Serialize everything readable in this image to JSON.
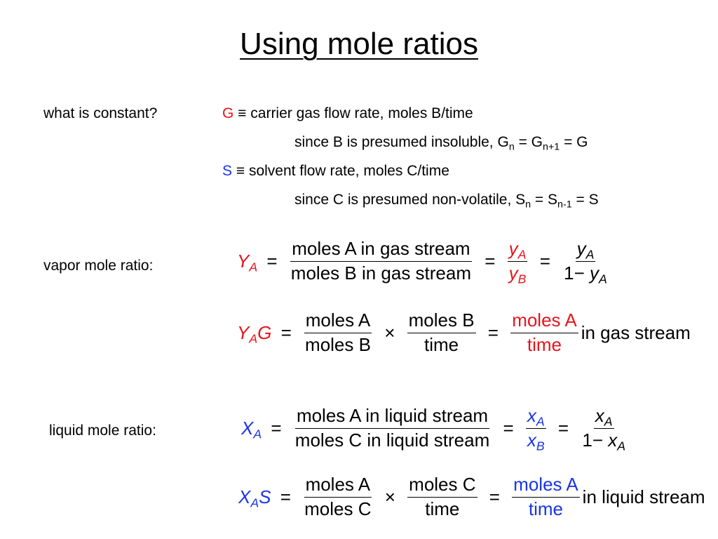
{
  "title": "Using mole ratios",
  "constant": {
    "label": "what is constant?",
    "g_symbol": "G",
    "g_def": " ≡ carrier gas flow rate, moles B/time",
    "g_note": "since B is presumed insoluble, G",
    "g_note_sub1": "n",
    "g_note_mid": " = G",
    "g_note_sub2": "n+1",
    "g_note_end": " = G",
    "s_symbol": "S",
    "s_def": " ≡ solvent flow rate, moles C/time",
    "s_note": "since C is presumed non-volatile, S",
    "s_note_sub1": "n",
    "s_note_mid": " = S",
    "s_note_sub2": "n-1",
    "s_note_end": " = S"
  },
  "vapor": {
    "label": "vapor mole ratio:",
    "Y": "Y",
    "A": "A",
    "eq": "=",
    "frac1_num": "moles A in gas stream",
    "frac1_den": "moles B in gas stream",
    "y": "y",
    "B": "B",
    "one": "1",
    "minus": "−",
    "G": "G",
    "m_molesA": "moles A",
    "m_molesB": "moles B",
    "times_sym": "×",
    "time": "time",
    "suffix": "in gas stream"
  },
  "liquid": {
    "label": "liquid mole ratio:",
    "X": "X",
    "A": "A",
    "eq": "=",
    "frac1_num": "moles A in liquid stream",
    "frac1_den": "moles C in liquid stream",
    "x": "x",
    "B": "B",
    "one": "1",
    "minus": "−",
    "S": "S",
    "m_molesA": "moles A",
    "m_molesC": "moles C",
    "times_sym": "×",
    "time": "time",
    "suffix": "in liquid stream"
  }
}
